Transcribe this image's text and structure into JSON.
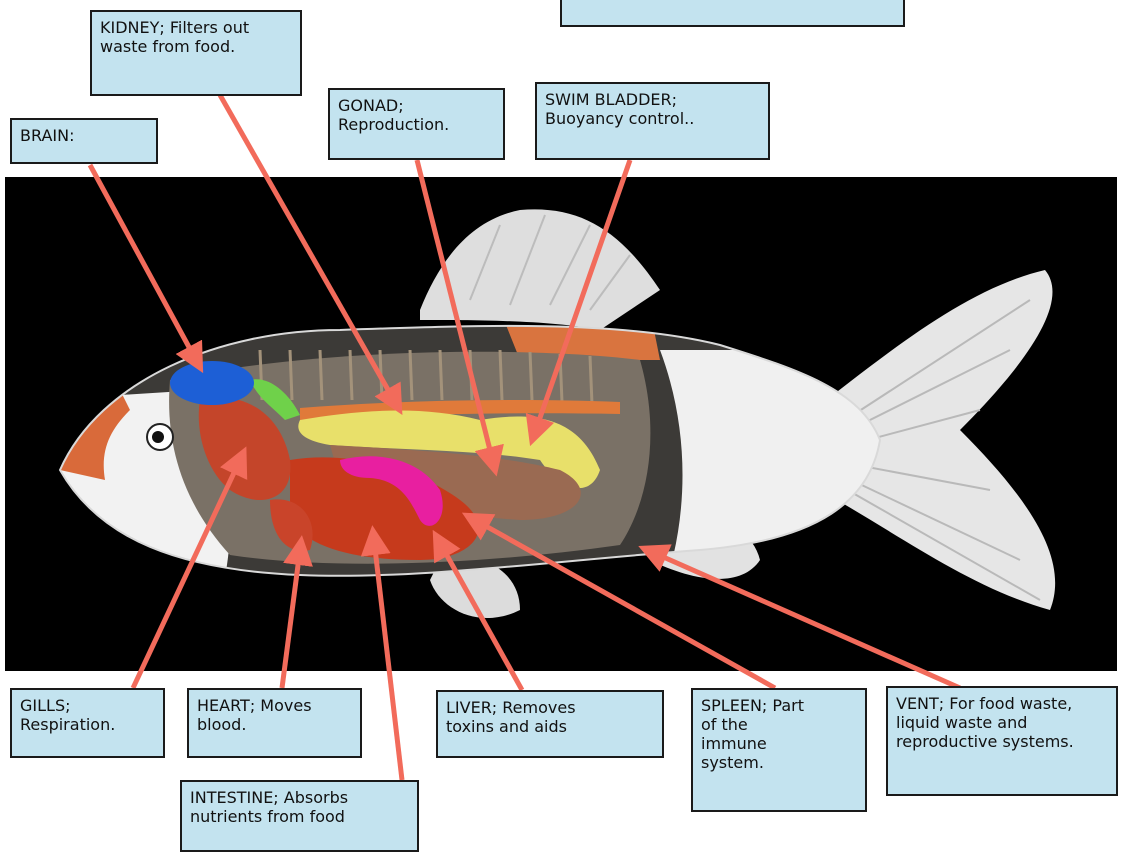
{
  "labels": {
    "top_blank": "",
    "kidney": "KIDNEY; Filters out\nwaste from food.",
    "brain": "BRAIN:",
    "gonad": "GONAD;\nReproduction.",
    "swim_bladder": "SWIM BLADDER;\nBuoyancy control..",
    "gills": "GILLS;\nRespiration.",
    "heart": "HEART; Moves\nblood.",
    "liver": "LIVER; Removes\ntoxins and aids",
    "spleen": "SPLEEN; Part\nof the\nimmune\nsystem.",
    "vent": "VENT; For food waste,\nliquid waste and\nreproductive systems.",
    "intestine": "INTESTINE; Absorbs\nnutrients from food"
  },
  "colors": {
    "arrow": "#f26b5b",
    "label_fill": "#c3e3ef",
    "label_border": "#1a1a1a",
    "background_panel": "#000000",
    "brain": "#1d5fd6",
    "kidney": "#e07a3a",
    "gonad": "#e8e06a",
    "swim_bladder": "#9a6a52",
    "liver": "#c0381e",
    "spleen": "#e81fa0",
    "gills": "#c4452a",
    "heart": "#c9442a",
    "intestine": "#c63a1c"
  }
}
